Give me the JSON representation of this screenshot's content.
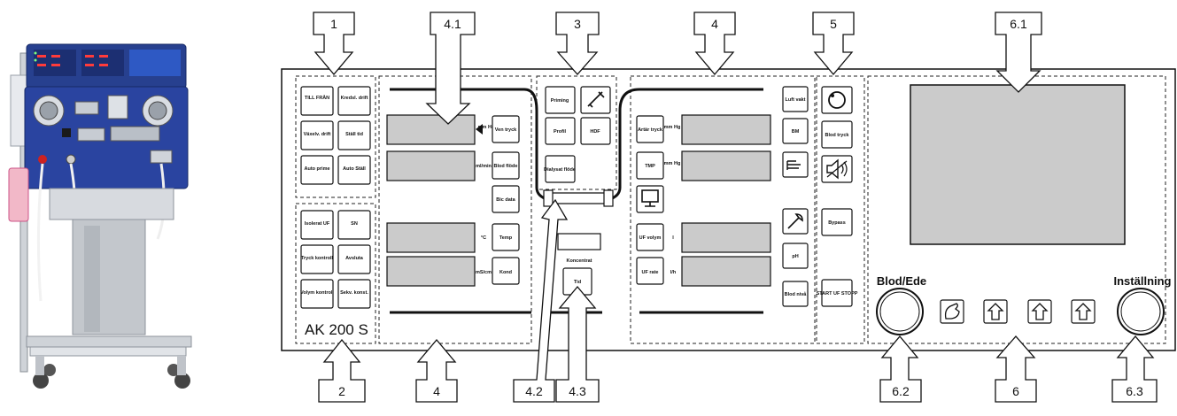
{
  "callouts": {
    "c1": "1",
    "c2": "2",
    "c3": "3",
    "c4_top": "4",
    "c4_bottom": "4",
    "c4_1": "4.1",
    "c4_2": "4.2",
    "c4_3": "4.3",
    "c5": "5",
    "c6_1": "6.1",
    "c6": "6",
    "c6_2": "6.2",
    "c6_3": "6.3"
  },
  "panel": {
    "model": "AK 200 S",
    "knob_left_title": "Blod/Ede",
    "knob_right_title": "Inställning"
  },
  "section1_buttons": [
    "TILL FRÅN",
    "Kredsl. drift",
    "Växelv. drift",
    "Ställ tid",
    "Auto prime",
    "Auto Ställ"
  ],
  "section2_buttons": [
    "Isolerat UF",
    "SN",
    "Tryck kontroll",
    "Avsluta",
    "Volym kontroll",
    "Sekv. konst."
  ],
  "section3_buttons": [
    "Priming",
    "Profil",
    "HDF",
    "Dialysat flöde"
  ],
  "section4_left": {
    "unit_mmhg": "mm Hg",
    "unit_mlmin": "ml/min",
    "unit_c": "°C",
    "unit_ms": "mS/cm",
    "ven_tryck": "Ven tryck",
    "blod_flode": "Blod flöde",
    "bic_data": "Bic data",
    "temp": "Temp",
    "kond": "Kond"
  },
  "section4_center": {
    "koncentrat": "Koncentrat",
    "tid": "Tid"
  },
  "section4_right": {
    "art_tryck": "Artär tryck",
    "tmp": "TMP",
    "uf_volym": "UF volym",
    "uf_rate": "UF rate",
    "unit_l": "l",
    "unit_lh": "l/h",
    "luft_vakt": "Luft vakt",
    "bm": "BM",
    "ph": "pH",
    "blod_niva": "Blod nivå"
  },
  "section5_buttons": [
    "Blod tryck",
    "Bypass",
    "START UF STOPP"
  ]
}
